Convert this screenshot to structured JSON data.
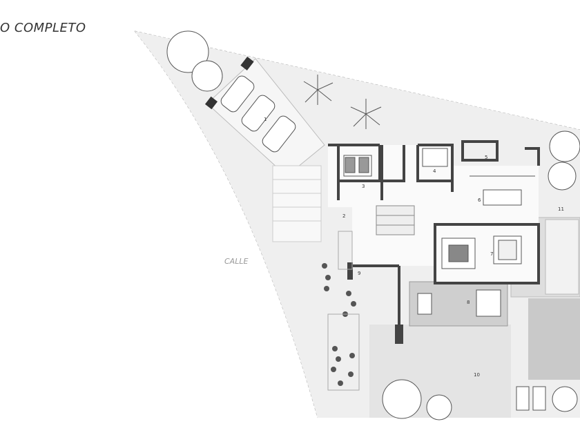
{
  "title": "O COMPLETO",
  "street_label": "CALLE",
  "rooms": [
    "1",
    "2",
    "3",
    "4",
    "5",
    "6",
    "7",
    "8",
    "9",
    "10",
    "11"
  ]
}
